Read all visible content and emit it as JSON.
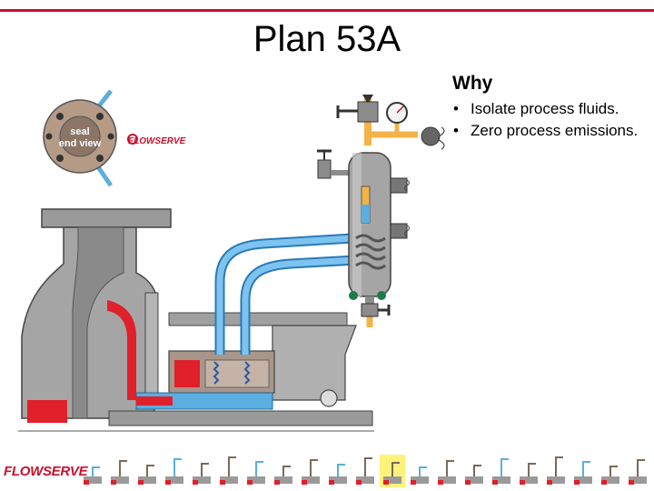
{
  "slide": {
    "title": "Plan 53A",
    "why_heading": "Why",
    "bullets": [
      "Isolate process fluids.",
      "Zero process emissions."
    ],
    "bullet_glyph": "•"
  },
  "diagram": {
    "seal_label_line1": "seal",
    "seal_label_line2": "end view",
    "brand_mark": "FLOWSERVE"
  },
  "footer": {
    "logo": "FLOWSERVE",
    "thumbnail_count": 21,
    "highlighted_thumbnail_index": 11
  },
  "colors": {
    "brand_red": "#c8102e",
    "barrier_fluid_blue": "#5aaee0",
    "process_fluid_red": "#e0202a",
    "piping_orange": "#f2b347",
    "pump_gray": "#9a9a9a",
    "highlight_yellow": "#fff27a"
  }
}
